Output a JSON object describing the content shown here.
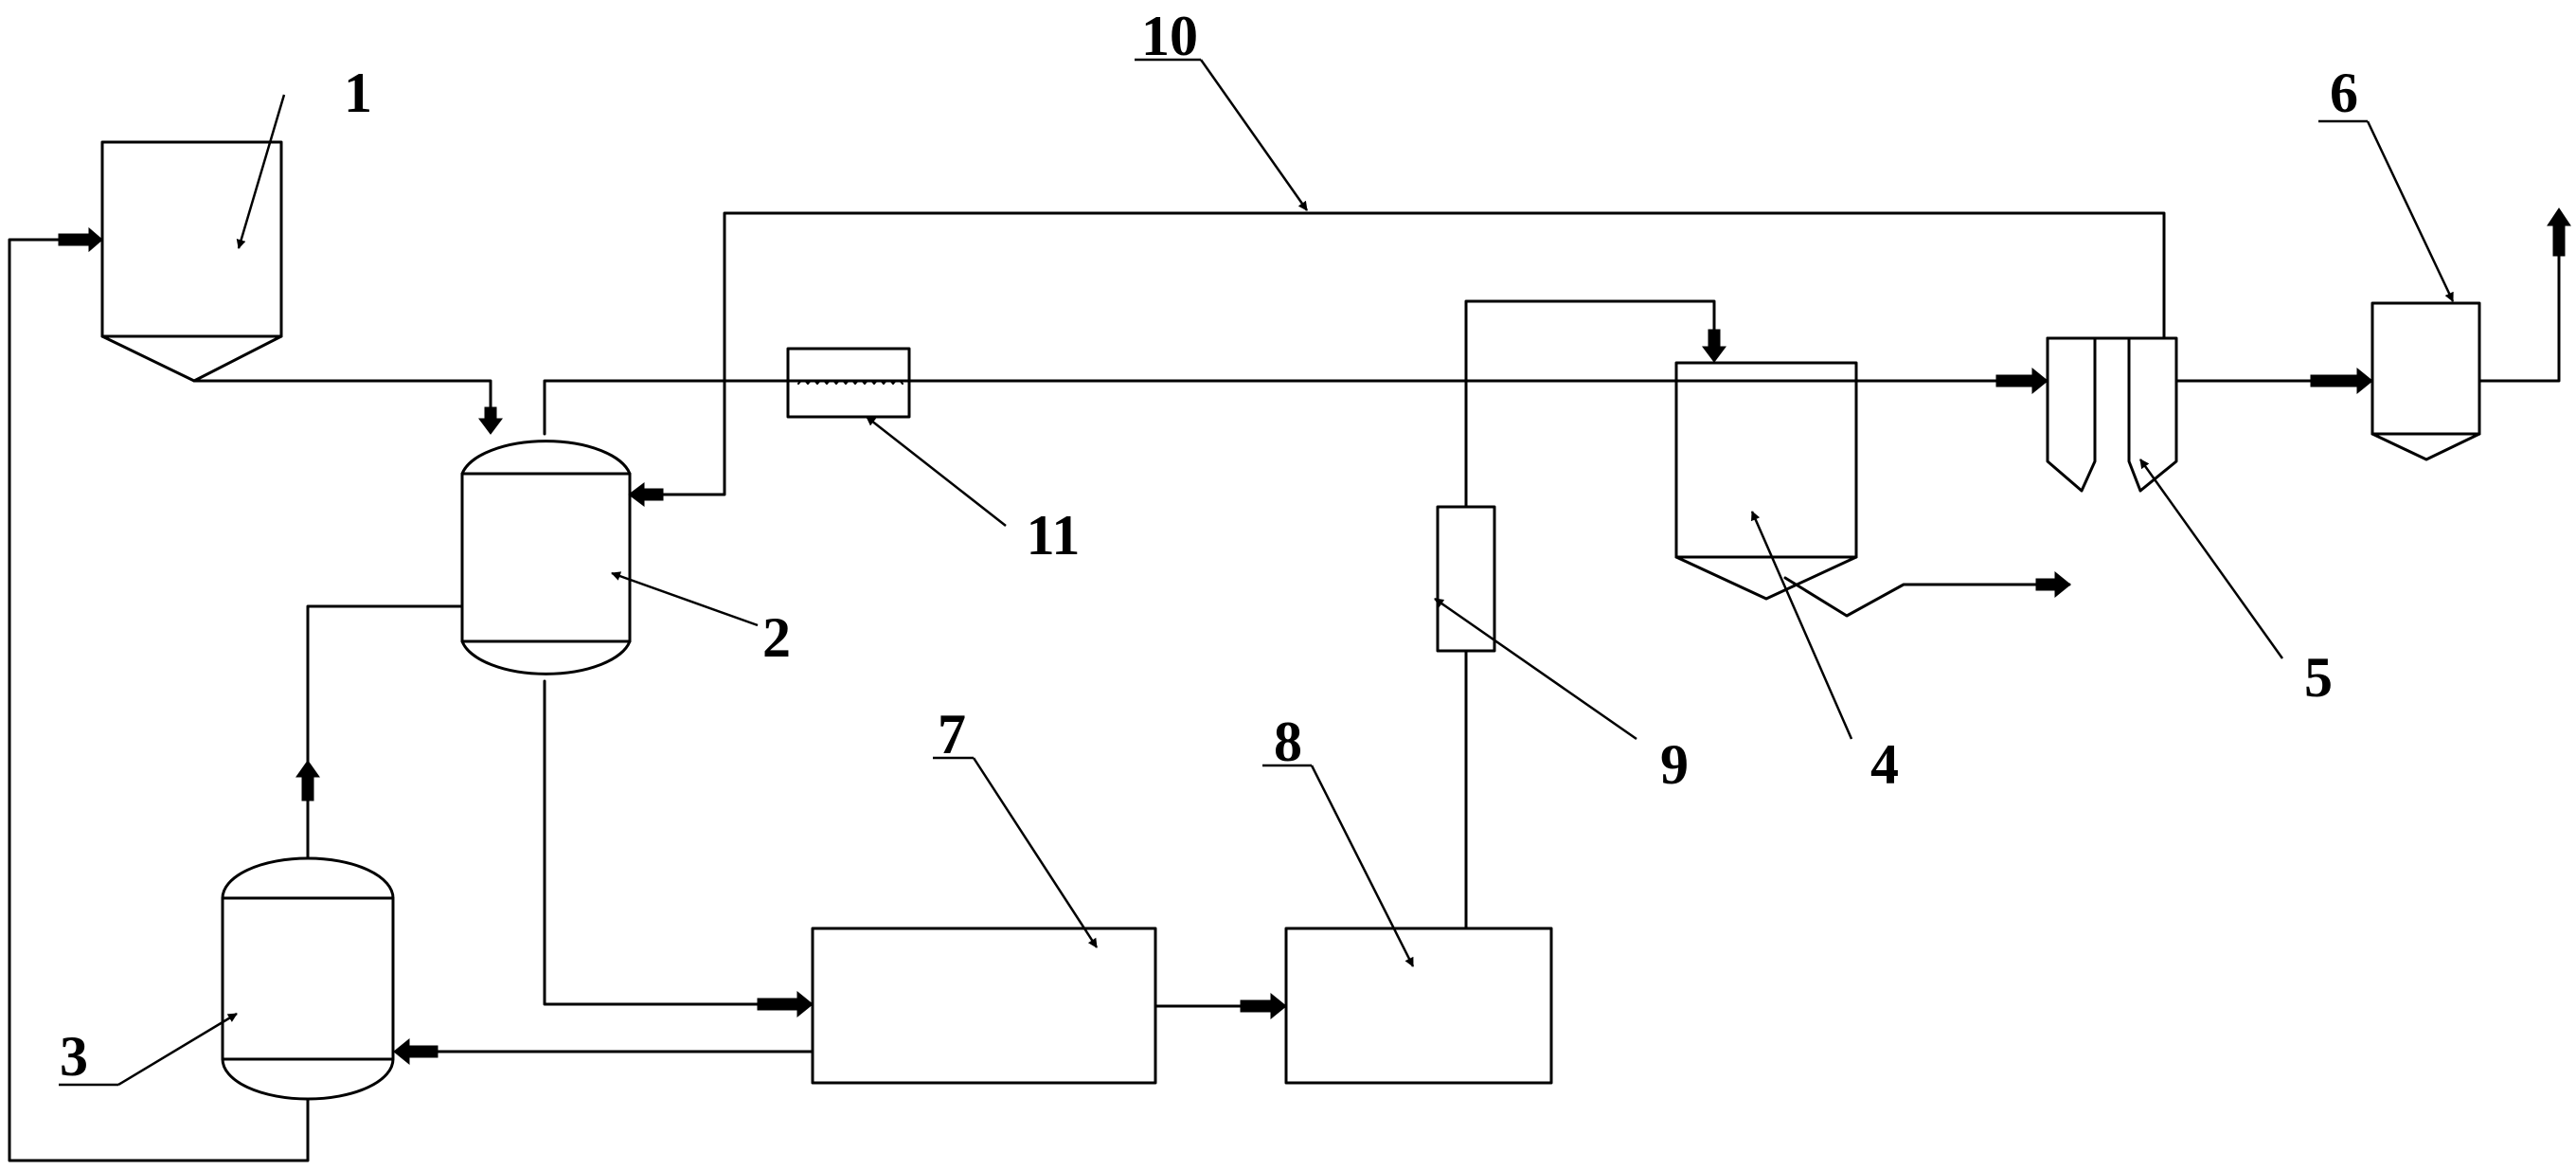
{
  "diagram": {
    "labels": {
      "l1": "1",
      "l2": "2",
      "l3": "3",
      "l4": "4",
      "l5": "5",
      "l6": "6",
      "l7": "7",
      "l8": "8",
      "l9": "9",
      "l10": "10",
      "l11": "11"
    }
  }
}
